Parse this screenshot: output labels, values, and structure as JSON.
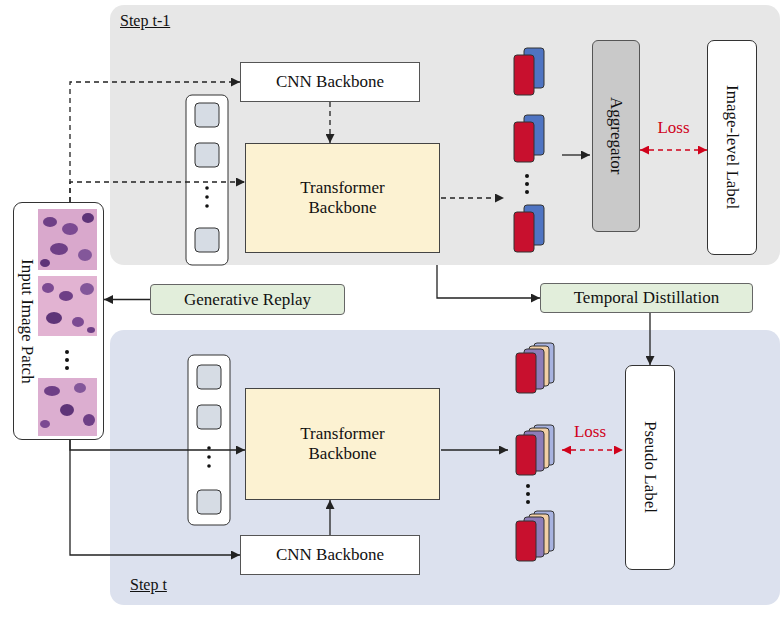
{
  "diagram": {
    "nodes": [
      {
        "text": [
          "Step t-1"
        ]
      },
      {
        "text": [
          "CNN Backbone"
        ],
        "in": 0
      },
      {
        "text": [
          "Transformer Backbone"
        ],
        "in": 0
      },
      {
        "text": [
          "Aggregator"
        ],
        "in": 0
      },
      {
        "text": [
          "Image-level Label"
        ],
        "in": 0
      },
      {
        "text": [
          "Input Image Patch"
        ]
      },
      {
        "text": [
          "Generative Replay"
        ]
      },
      {
        "text": [
          "Temporal Distillation"
        ]
      },
      {
        "text": [
          "Step t"
        ]
      },
      {
        "text": [
          "Transformer Backbone"
        ],
        "in": 8
      },
      {
        "text": [
          "CNN Backbone"
        ],
        "in": 8
      },
      {
        "text": [
          "Pseudo Label"
        ],
        "in": 8
      }
    ],
    "edges": [
      {
        "from": 5,
        "to": 1,
        "arrow": "to"
      },
      {
        "from": 5,
        "to": 2,
        "arrow": "to"
      },
      {
        "from": 1,
        "to": 2,
        "arrow": "to"
      },
      {
        "from": 3,
        "to": 4,
        "label": "Loss",
        "arrow": "both"
      },
      {
        "from": 6,
        "to": 5,
        "arrow": "to"
      },
      {
        "from": 0,
        "to": 7,
        "arrow": "to"
      },
      {
        "from": 7,
        "to": 11,
        "arrow": "to"
      },
      {
        "from": 5,
        "to": 9,
        "arrow": "to"
      },
      {
        "from": 5,
        "to": 10,
        "arrow": "to"
      },
      {
        "from": 10,
        "to": 9,
        "arrow": "to"
      }
    ],
    "labels": [
      "Loss"
    ]
  }
}
